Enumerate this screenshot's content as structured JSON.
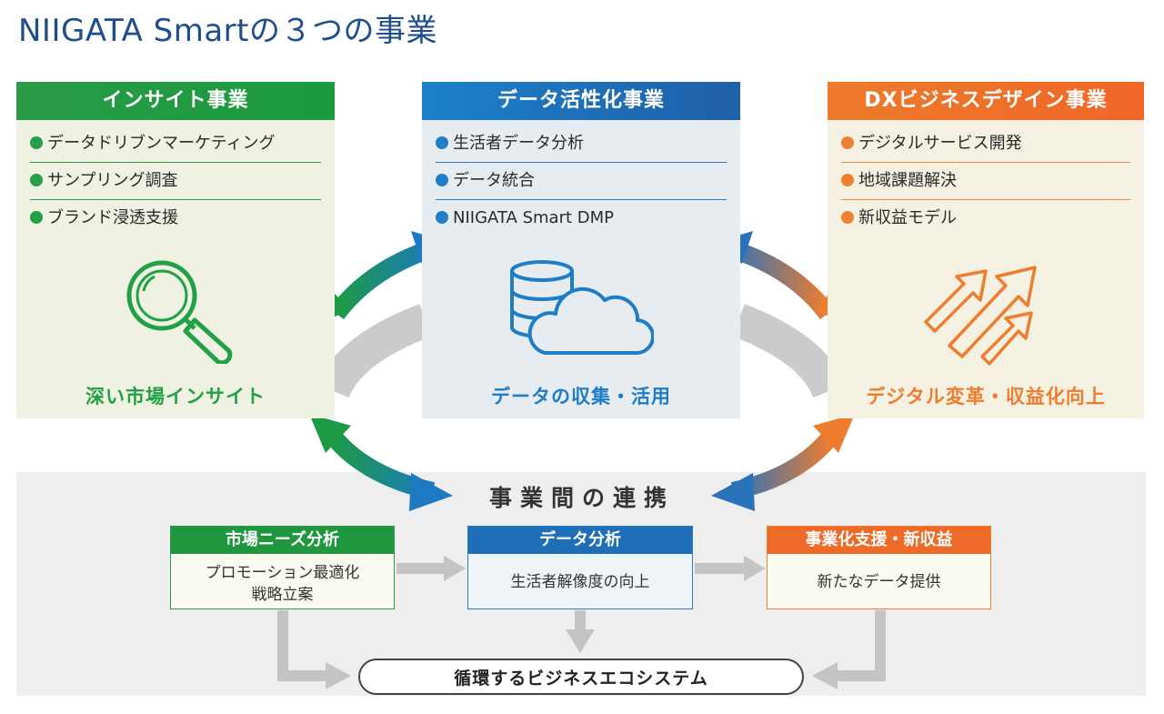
{
  "title": "NIIGATA Smartの３つの事業",
  "colors": {
    "green": "#24a048",
    "blue": "#1f80c8",
    "orange": "#ee7d2f",
    "title": "#1f4e8c"
  },
  "panels": {
    "insight": {
      "heading": "インサイト事業",
      "items": [
        "データドリブンマーケティング",
        "サンプリング調査",
        "ブランド浸透支援"
      ],
      "icon": "magnifier-icon",
      "tagline": "深い市場インサイト"
    },
    "data": {
      "heading": "データ活性化事業",
      "items": [
        "生活者データ分析",
        "データ統合",
        "NIIGATA Smart DMP"
      ],
      "icon": "database-cloud-icon",
      "tagline": "データの収集・活用"
    },
    "dx": {
      "heading": "DXビジネスデザイン事業",
      "items": [
        "デジタルサービス開発",
        "地域課題解決",
        "新収益モデル"
      ],
      "icon": "growth-arrows-icon",
      "tagline": "デジタル変革・収益化向上"
    }
  },
  "collaboration": {
    "title": "事業間の連携",
    "boxes": {
      "market": {
        "heading": "市場ニーズ分析",
        "lines": [
          "プロモーション最適化",
          "戦略立案"
        ]
      },
      "analysis": {
        "heading": "データ分析",
        "lines": [
          "生活者解像度の向上"
        ]
      },
      "biz": {
        "heading": "事業化支援・新収益",
        "lines": [
          "新たなデータ提供"
        ]
      }
    },
    "ecosystem": "循環するビジネスエコシステム"
  }
}
